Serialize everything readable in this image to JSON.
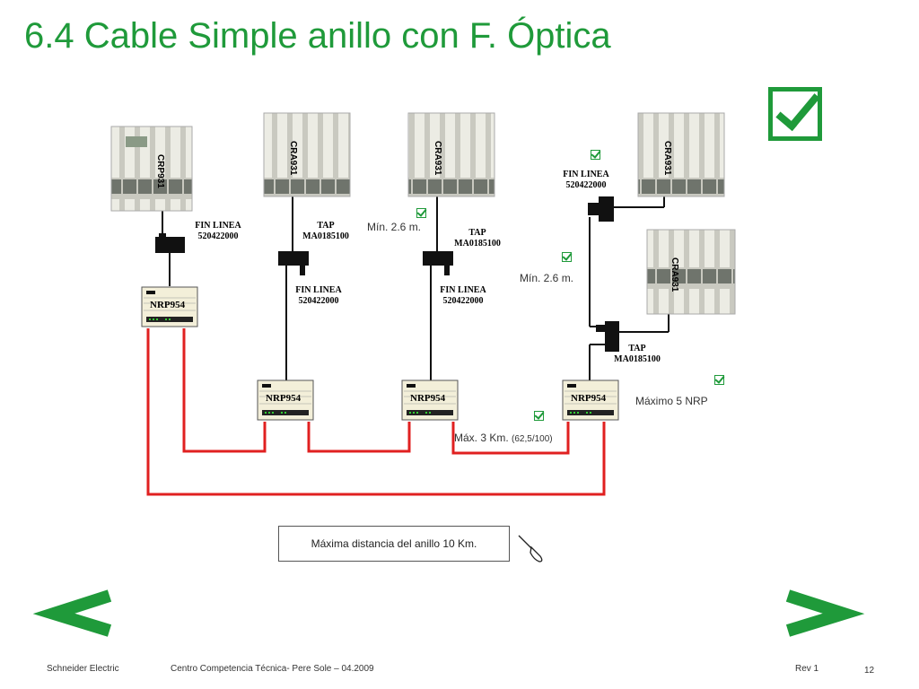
{
  "title": "6.4 Cable Simple anillo con F. Óptica",
  "racks": [
    {
      "label": "CRP931"
    },
    {
      "label": "CRA931"
    },
    {
      "label": "CRA931"
    },
    {
      "label": "CRA931"
    },
    {
      "label": "CRA931"
    }
  ],
  "nrp_label": "NRP954",
  "labels": {
    "fin1": [
      "FIN LINEA",
      "520422000"
    ],
    "tap1": [
      "TAP",
      "MA0185100"
    ],
    "fin2": [
      "FIN LINEA",
      "520422000"
    ],
    "tap2": [
      "TAP",
      "MA0185100"
    ],
    "fin3": [
      "FIN LINEA",
      "520422000"
    ],
    "fin4": [
      "FIN LINEA",
      "520422000"
    ],
    "tap3": [
      "TAP",
      "MA0185100"
    ]
  },
  "notes": {
    "min1": "Mín. 2.6 m.",
    "min2": "Mín. 2.6 m.",
    "max_nrp": "Máximo 5 NRP",
    "max_km": "Máx. 3 Km.",
    "max_km_small": "(62,5/100)"
  },
  "info_box": "Máxima distancia del anillo 10 Km.",
  "nav": {
    "prev_icon": "chevron-left-icon",
    "next_icon": "chevron-right-icon"
  },
  "footer": {
    "company": "Schneider Electric",
    "center": "Centro Competencia Técnica- Pere Sole – 04.2009",
    "rev": "Rev 1",
    "page": "12"
  },
  "colors": {
    "accent": "#1f9a3a",
    "fiber": "#e02020"
  }
}
